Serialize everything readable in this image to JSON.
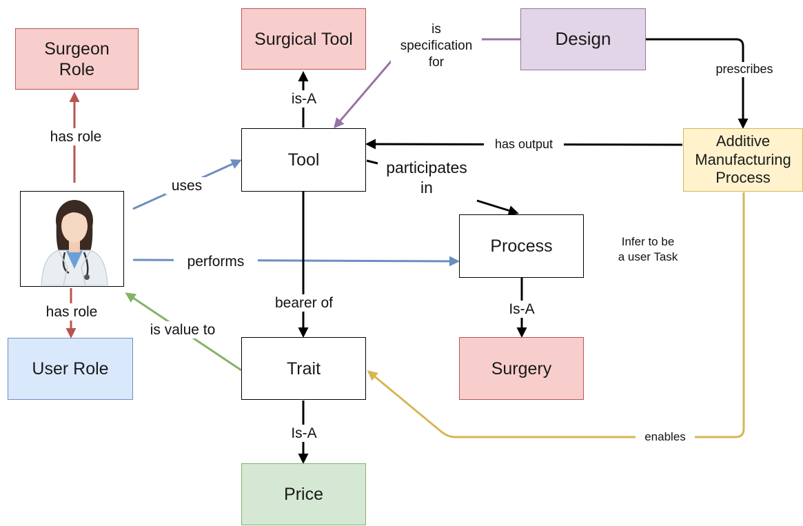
{
  "nodes": {
    "surgeon_role": {
      "label": "Surgeon\nRole",
      "fill": "#f8cecc"
    },
    "surgical_tool": {
      "label": "Surgical Tool",
      "fill": "#f8cecc"
    },
    "design": {
      "label": "Design",
      "fill": "#e1d5e7"
    },
    "tool": {
      "label": "Tool",
      "fill": "#ffffff"
    },
    "additive_manufacturing": {
      "label": "Additive\nManufacturing\nProcess",
      "fill": "#fff2cc"
    },
    "process": {
      "label": "Process",
      "fill": "#ffffff"
    },
    "user_role": {
      "label": "User Role",
      "fill": "#dae8fc"
    },
    "trait": {
      "label": "Trait",
      "fill": "#ffffff"
    },
    "surgery": {
      "label": "Surgery",
      "fill": "#f8cecc"
    },
    "price": {
      "label": "Price",
      "fill": "#d5e8d4"
    },
    "user_icon": "doctor-avatar-icon"
  },
  "edges": {
    "has_role_surgeon": "has role",
    "has_role_user": "has role",
    "uses": "uses",
    "performs": "performs",
    "is_value_to": "is value to",
    "is_a_surgical_tool": "is-A",
    "bearer_of": "bearer of",
    "is_a_price": "Is-A",
    "is_specification_for": "is\nspecification\nfor",
    "prescribes": "prescribes",
    "has_output": "has output",
    "participates_in": "participates\nin",
    "is_a_surgery": "Is-A",
    "enables": "enables"
  },
  "annotations": {
    "infer_task": "Infer to be\na user Task"
  },
  "colors": {
    "red_edge": "#b85450",
    "blue_edge": "#6c8ebf",
    "green_edge": "#82b366",
    "purple_edge": "#9673a6",
    "gold_edge": "#d6b656",
    "black_edge": "#000000"
  }
}
